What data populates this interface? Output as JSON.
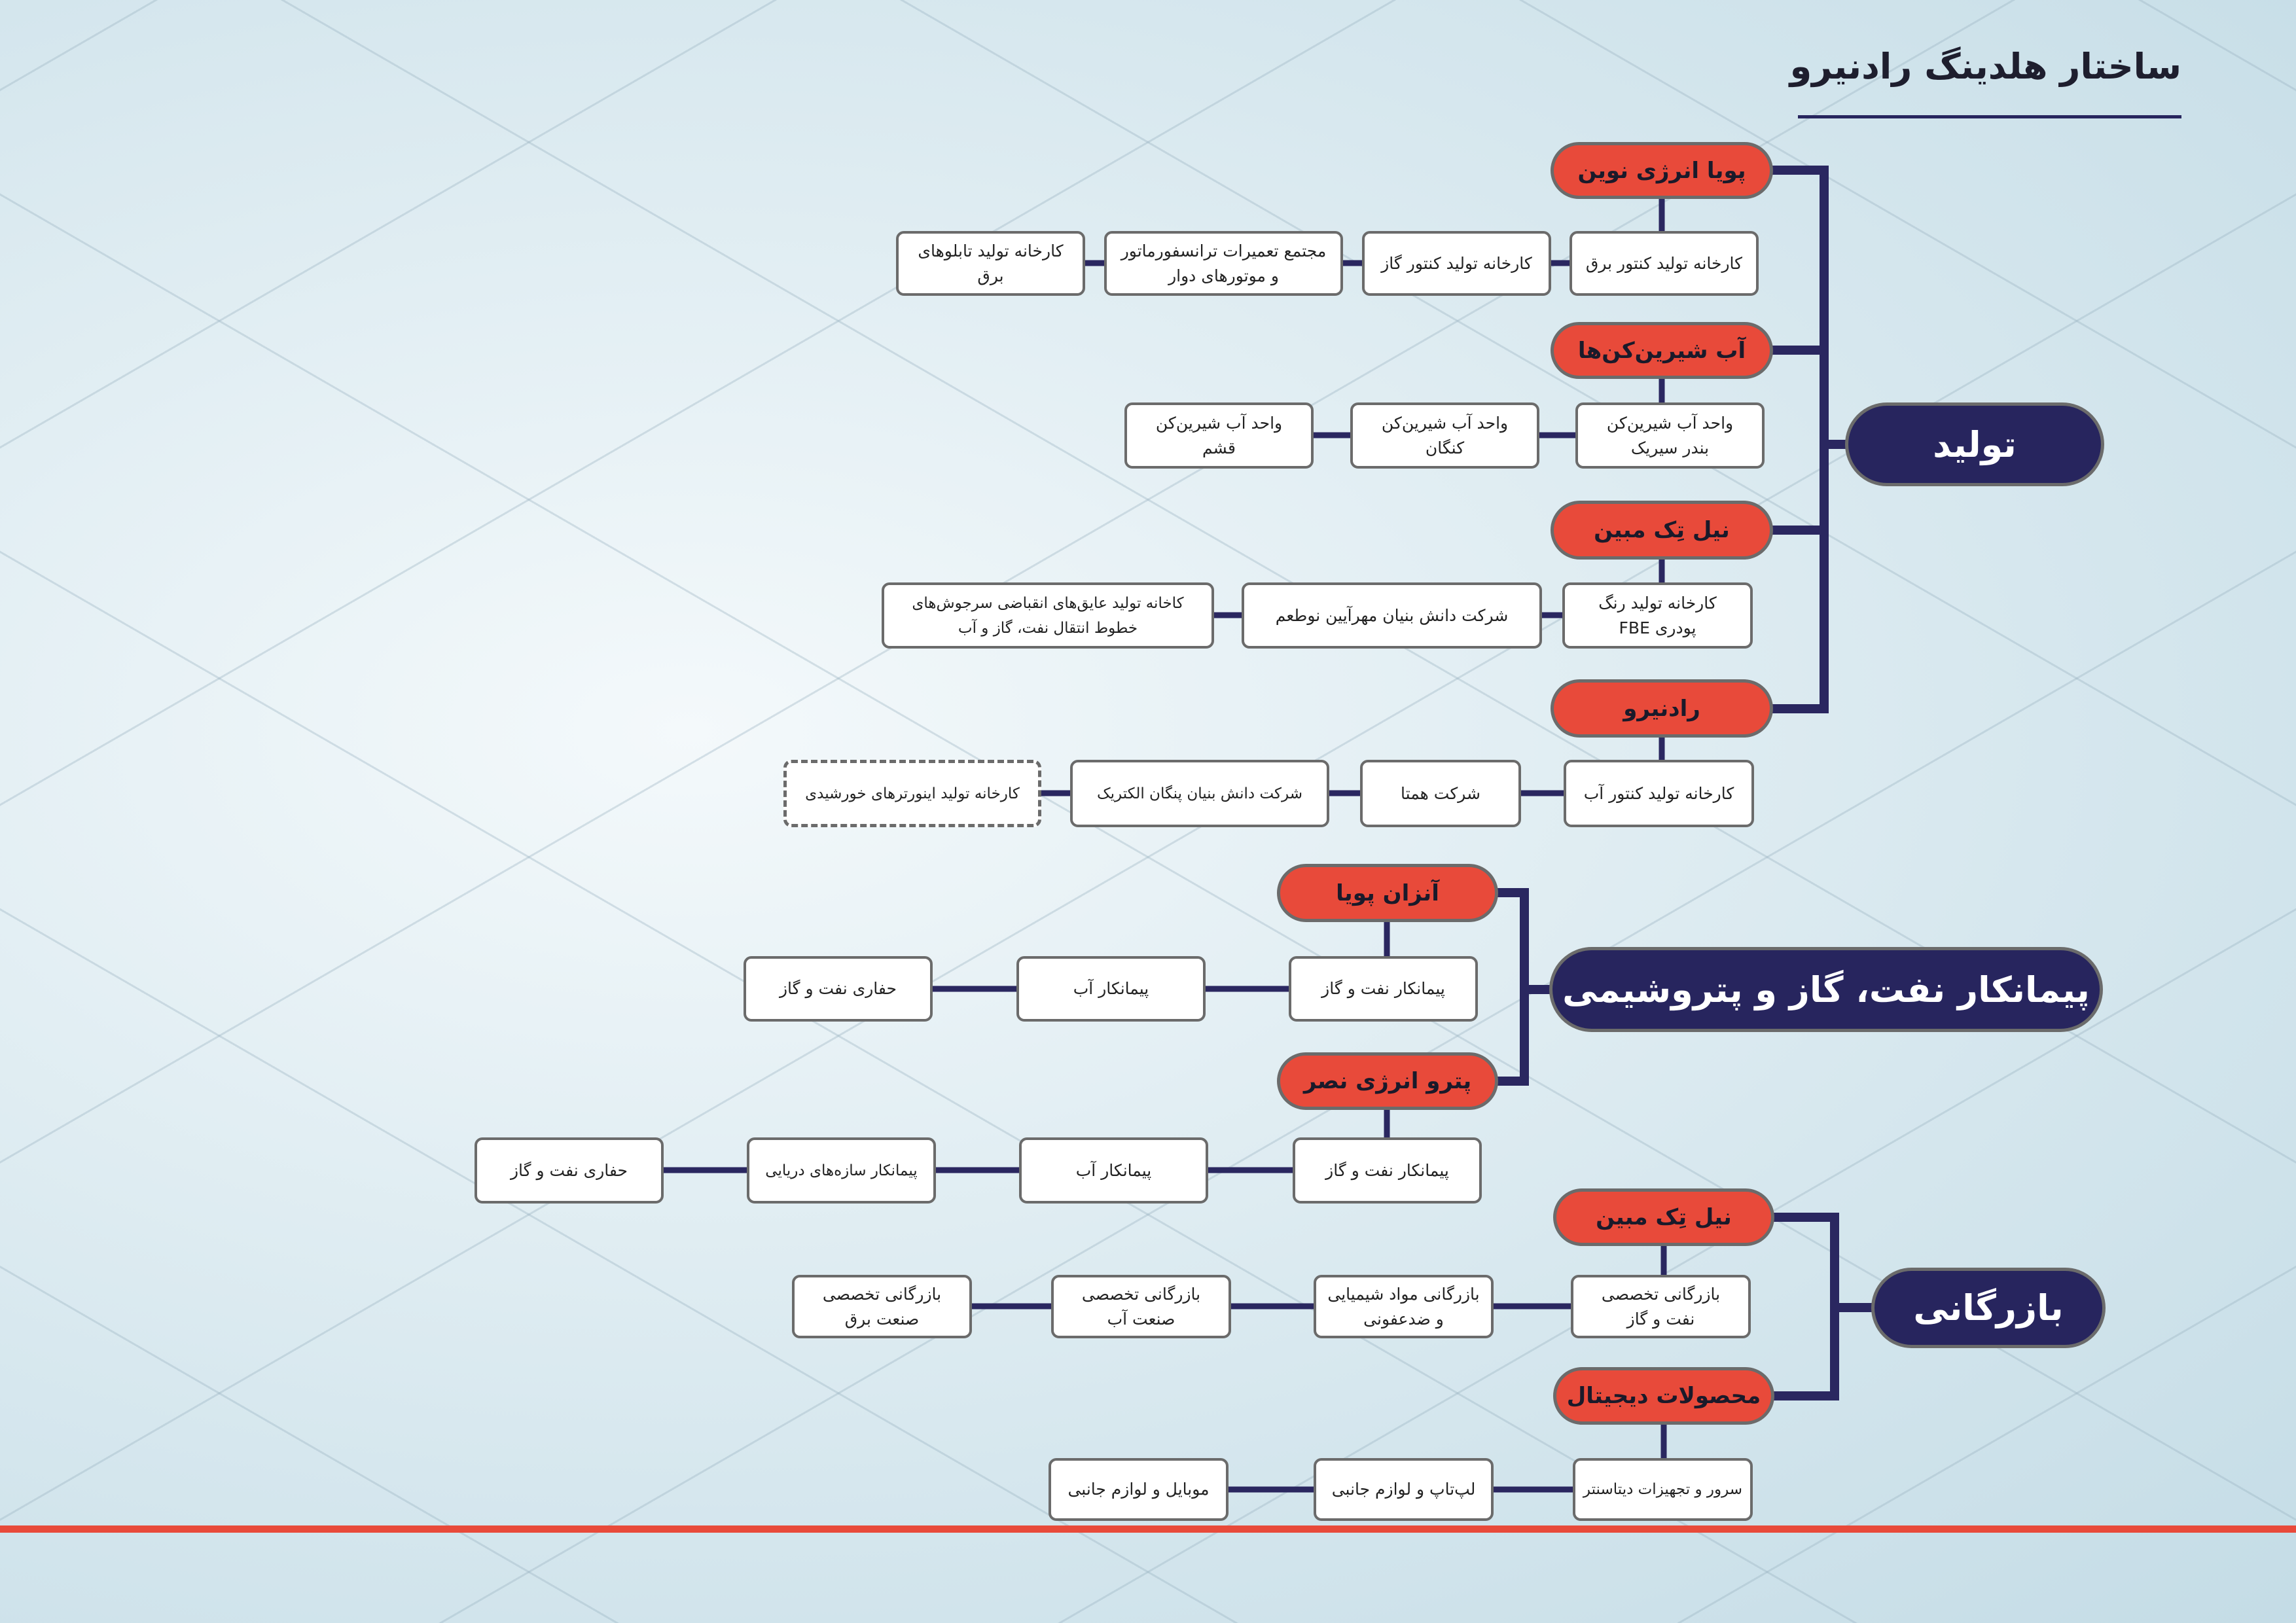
{
  "title": "ساختار هلدینگ رادنیرو",
  "colors": {
    "navy": "#27255e",
    "red": "#e84a3a",
    "line": "#2a2760"
  },
  "categories": {
    "production": "تولید",
    "contractor": "پیمانکار نفت، گاز و پتروشیمی",
    "trade": "بازرگانی"
  },
  "companies": {
    "pouya": {
      "name": "پویا انرژی نوین",
      "units": [
        "کارخانه تولید کنتور برق",
        "کارخانه تولید کنتور گاز",
        "مجتمع تعمیرات ترانسفورماتور\nو موتورهای دوار",
        "کارخانه تولید تابلوهای\nبرق"
      ]
    },
    "desal": {
      "name": "آب شیرین‌کن‌ها",
      "units": [
        "واحد آب شیرین‌کن\nبندر سیریک",
        "واحد آب شیرین‌کن\nکنگان",
        "واحد آب شیرین‌کن\nقشم"
      ]
    },
    "niltek1": {
      "name": "نیل تِک مبین",
      "units": [
        "کارخانه تولید رنگ\nپودری FBE",
        "شرکت دانش بنیان مهرآیین نوطعم",
        "کاخانه تولید عایق‌های انقباضی سرجوش‌های\nخطوط انتقال نفت، گاز و آب"
      ]
    },
    "radniro": {
      "name": "رادنیرو",
      "units": [
        "کارخانه تولید کنتور آب",
        "شرکت همتا",
        "شرکت دانش بنیان پنگان الکتریک",
        "کارخانه تولید اینورترهای خورشیدی"
      ]
    },
    "anzan": {
      "name": "آنزان پویا",
      "units": [
        "پیمانکار نفت و گاز",
        "پیمانکار آب",
        "حفاری نفت و گاز"
      ]
    },
    "petro": {
      "name": "پترو انرژی نصر",
      "units": [
        "پیمانکار نفت و گاز",
        "پیمانکار آب",
        "پیمانکار سازه‌های دریایی",
        "حفاری نفت و گاز"
      ]
    },
    "niltek2": {
      "name": "نیل تِک مبین",
      "units": [
        "بازرگانی تخصصی\nنفت و گاز",
        "بازرگانی مواد شیمیایی\nو ضدعفونی",
        "بازرگانی تخصصی\nصنعت آب",
        "بازرگانی تخصصی\nصنعت برق"
      ]
    },
    "digital": {
      "name": "محصولات دیجیتال",
      "units": [
        "سرور و تجهیزات دیتاسنتر",
        "لپ‌تاپ و لوازم جانبی",
        "موبایل و لوازم جانبی"
      ]
    }
  }
}
